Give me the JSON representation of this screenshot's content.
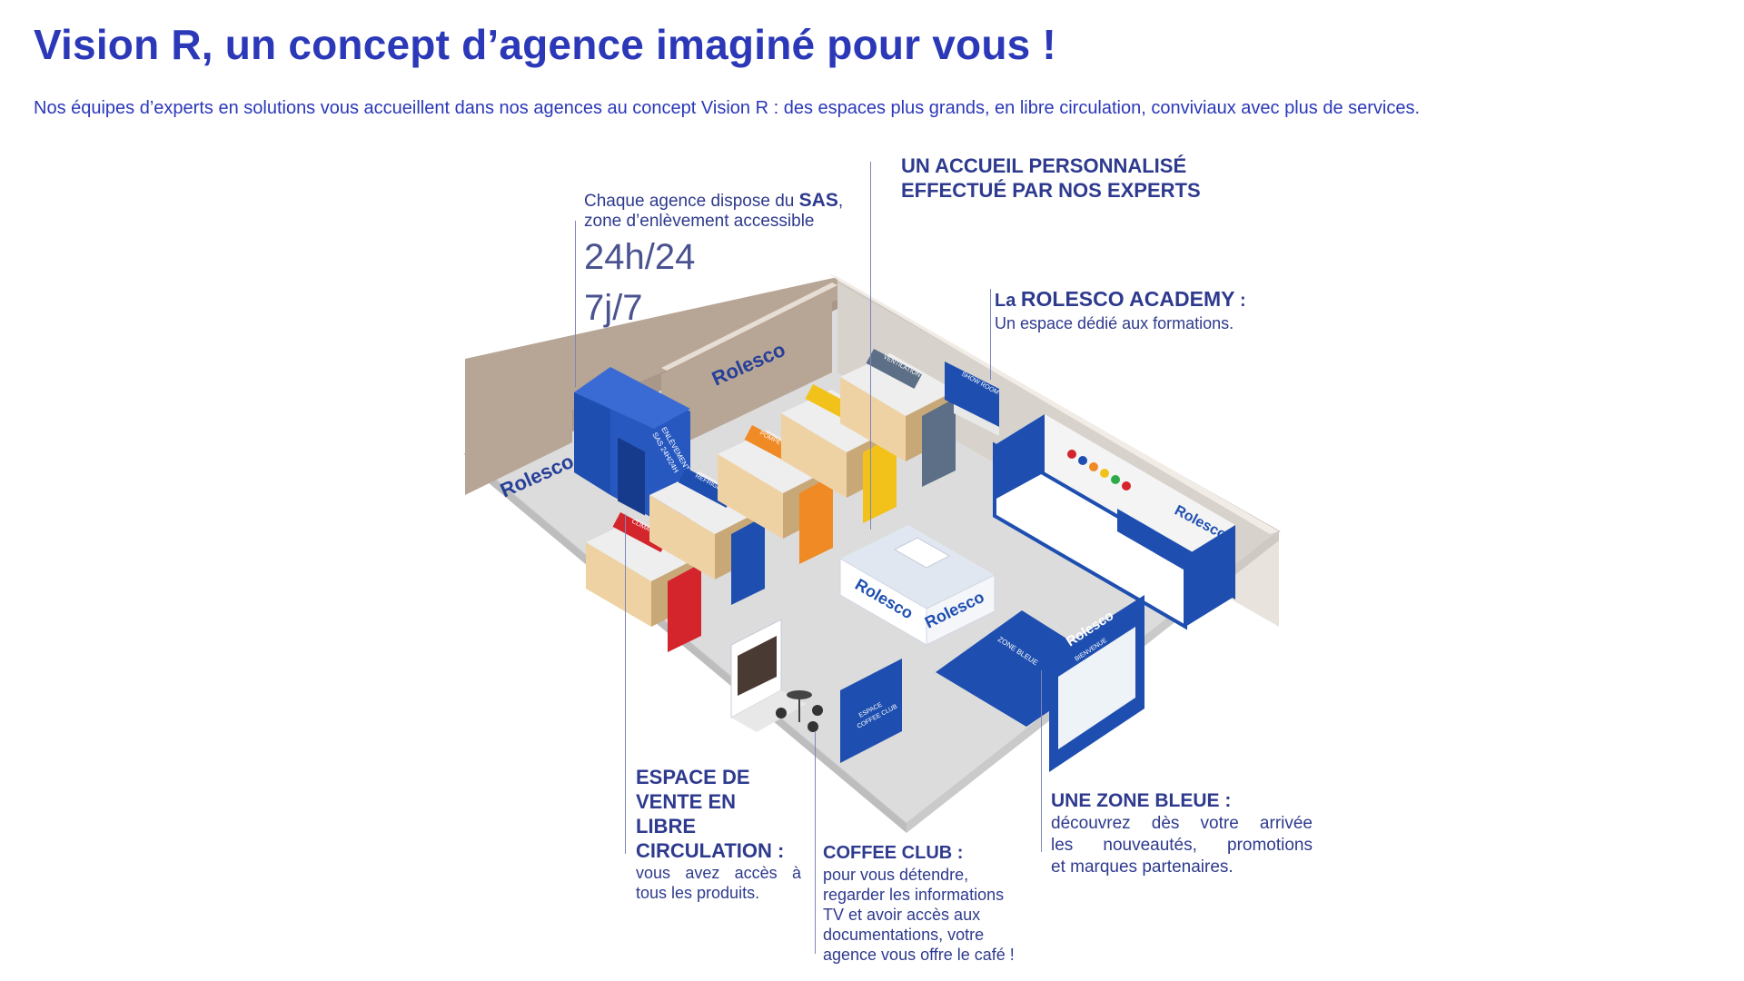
{
  "header": {
    "title": "Vision R, un concept d’agence imaginé pour vous !",
    "subtitle": "Nos équipes d’experts en solutions vous accueillent dans nos agences au concept Vision R : des espaces plus grands, en libre circulation, conviviaux avec plus de services."
  },
  "callouts": {
    "sas": {
      "line1_pre": "Chaque agence dispose du ",
      "line1_strong": "SAS",
      "line1_post": ",",
      "line2": "zone d’enlèvement accessible",
      "hours": "24h/24",
      "days": "7j/7"
    },
    "accueil": {
      "line1": "UN ACCUEIL PERSONNALISÉ",
      "line2": "EFFECTUÉ PAR NOS EXPERTS"
    },
    "academy": {
      "prefix": "La ",
      "title": "ROLESCO ACADEMY",
      "suffix": " :",
      "body": "Un espace dédié aux formations."
    },
    "vente": {
      "line1": "ESPACE DE",
      "line2": "VENTE EN LIBRE",
      "line3": "CIRCULATION",
      "colon": " :",
      "body1": "vous avez accès à",
      "body2": "tous les produits."
    },
    "coffee": {
      "title": "COFFEE CLUB :",
      "body1": "pour vous détendre,",
      "body2": "regarder les informations",
      "body3": "TV et avoir accès aux",
      "body4": "documentations, votre",
      "body5": "agence vous offre le café !"
    },
    "zone": {
      "title": "UNE ZONE BLEUE :",
      "body1": "découvrez dès votre arrivée",
      "body2": "les nouveautés, promotions",
      "body3": "et marques partenaires."
    }
  },
  "illustration": {
    "brand": "Rolesco",
    "signs": {
      "enlevement": "ENLÈVEMENT",
      "sas": "SAS 24H/24H",
      "showroom": "SHOW ROOM",
      "ventilation": "VENTILATION",
      "climatisation": "CLIMATISATION",
      "refrigeration": "RÉFRIGÉRATION",
      "pompe": "POMPE À CHALEUR",
      "coffee_espace": "ESPACE",
      "coffee_club": "COFFEE CLUB",
      "zone_bleue": "ZONE BLEUE",
      "bienvenue": "BIENVENUE"
    },
    "colors": {
      "wall": "#b7a595",
      "floor": "#dcdcdc",
      "blue": "#1e4fb0",
      "dark_blue": "#163a8c",
      "red": "#d4242c",
      "orange": "#f08a24",
      "yellow": "#f2c21b",
      "slate": "#5c6f86",
      "carton": "#efd2a4",
      "white": "#ffffff"
    }
  }
}
